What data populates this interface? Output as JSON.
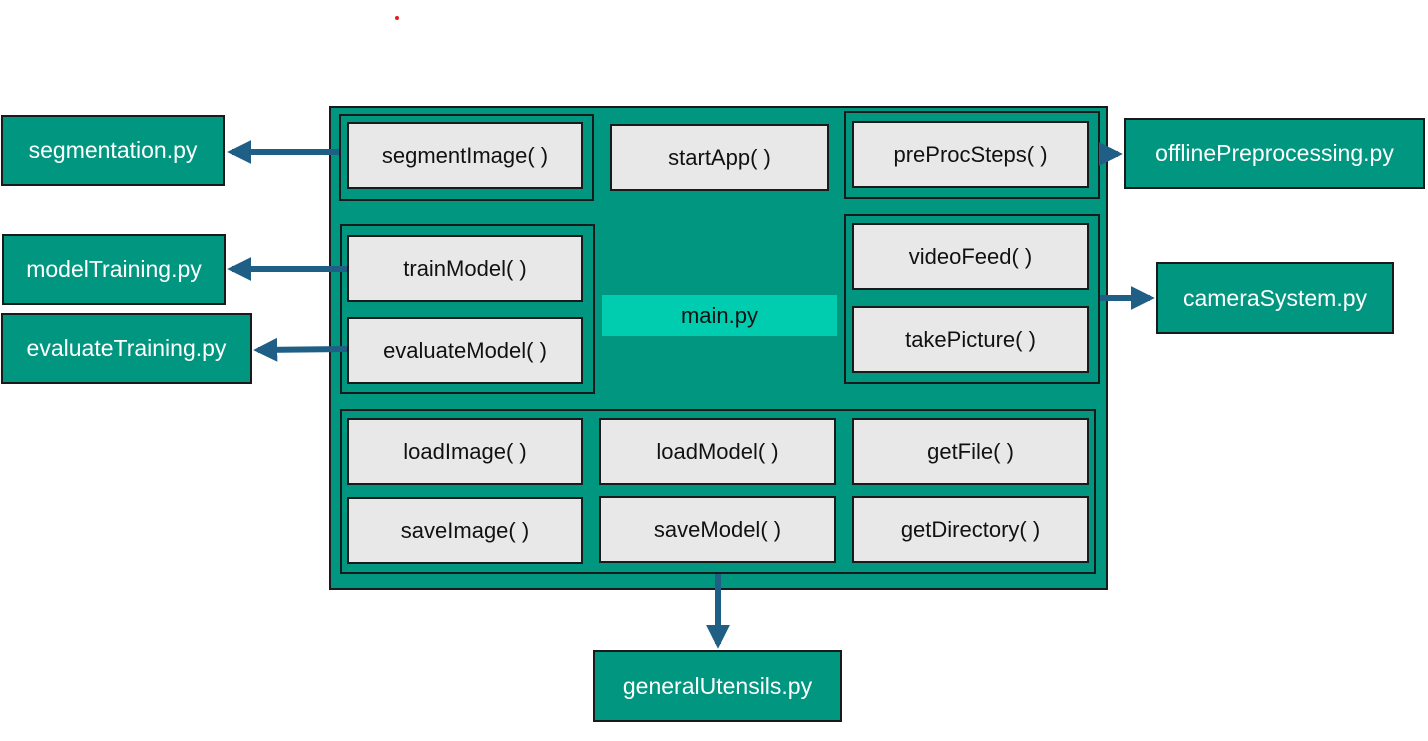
{
  "main": {
    "label": "main.py",
    "functions": {
      "segment_image": "segmentImage( )",
      "start_app": "startApp( )",
      "pre_proc_steps": "preProcSteps( )",
      "train_model": "trainModel( )",
      "evaluate_model": "evaluateModel( )",
      "video_feed": "videoFeed( )",
      "take_picture": "takePicture( )",
      "load_image": "loadImage( )",
      "load_model": "loadModel( )",
      "get_file": "getFile( )",
      "save_image": "saveImage( )",
      "save_model": "saveModel( )",
      "get_directory": "getDirectory( )"
    }
  },
  "modules": {
    "segmentation": "segmentation.py",
    "model_training": "modelTraining.py",
    "evaluate_training": "evaluateTraining.py",
    "offline_preprocessing": "offlinePreprocessing.py",
    "camera_system": "cameraSystem.py",
    "general_utensils": "generalUtensils.py"
  },
  "colors": {
    "module_fill": "#009680",
    "function_fill": "#e8e8e8",
    "main_label_fill": "#00cdb0",
    "arrow": "#1f5f86"
  }
}
